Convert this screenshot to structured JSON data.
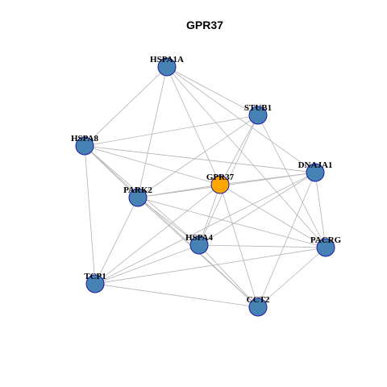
{
  "title": "GPR37",
  "colors": {
    "center_node": "#ffa500",
    "node": "#4682b4",
    "node_border": "#1a1aa6",
    "edge": "#b3b3b3"
  },
  "nodes": [
    {
      "id": "HSPA1A",
      "label": "HSPA1A",
      "center": false
    },
    {
      "id": "STUB1",
      "label": "STUB1",
      "center": false
    },
    {
      "id": "HSPA8",
      "label": "HSPA8",
      "center": false
    },
    {
      "id": "DNAJA1",
      "label": "DNAJA1",
      "center": false
    },
    {
      "id": "GPR37",
      "label": "GPR37",
      "center": true
    },
    {
      "id": "PARK2",
      "label": "PARK2",
      "center": false
    },
    {
      "id": "HSPA4",
      "label": "HSPA4",
      "center": false
    },
    {
      "id": "PACRG",
      "label": "PACRG",
      "center": false
    },
    {
      "id": "TCP1",
      "label": "TCP1",
      "center": false
    },
    {
      "id": "CCT2",
      "label": "CCT2",
      "center": false
    }
  ],
  "edges": [
    [
      "HSPA1A",
      "STUB1"
    ],
    [
      "HSPA1A",
      "HSPA8"
    ],
    [
      "HSPA1A",
      "DNAJA1"
    ],
    [
      "HSPA1A",
      "GPR37"
    ],
    [
      "HSPA1A",
      "PARK2"
    ],
    [
      "HSPA1A",
      "PACRG"
    ],
    [
      "STUB1",
      "HSPA8"
    ],
    [
      "STUB1",
      "GPR37"
    ],
    [
      "STUB1",
      "PARK2"
    ],
    [
      "STUB1",
      "HSPA4"
    ],
    [
      "STUB1",
      "PACRG"
    ],
    [
      "HSPA8",
      "DNAJA1"
    ],
    [
      "HSPA8",
      "GPR37"
    ],
    [
      "HSPA8",
      "PARK2"
    ],
    [
      "HSPA8",
      "HSPA4"
    ],
    [
      "HSPA8",
      "TCP1"
    ],
    [
      "HSPA8",
      "CCT2"
    ],
    [
      "DNAJA1",
      "GPR37"
    ],
    [
      "DNAJA1",
      "PARK2"
    ],
    [
      "DNAJA1",
      "HSPA4"
    ],
    [
      "DNAJA1",
      "PACRG"
    ],
    [
      "DNAJA1",
      "CCT2"
    ],
    [
      "DNAJA1",
      "TCP1"
    ],
    [
      "GPR37",
      "PARK2"
    ],
    [
      "GPR37",
      "HSPA4"
    ],
    [
      "GPR37",
      "PACRG"
    ],
    [
      "GPR37",
      "CCT2"
    ],
    [
      "GPR37",
      "TCP1"
    ],
    [
      "PARK2",
      "HSPA4"
    ],
    [
      "PARK2",
      "PACRG"
    ],
    [
      "PARK2",
      "CCT2"
    ],
    [
      "PARK2",
      "TCP1"
    ],
    [
      "HSPA4",
      "PACRG"
    ],
    [
      "HSPA4",
      "TCP1"
    ],
    [
      "HSPA4",
      "CCT2"
    ],
    [
      "PACRG",
      "TCP1"
    ],
    [
      "PACRG",
      "CCT2"
    ],
    [
      "TCP1",
      "CCT2"
    ]
  ]
}
